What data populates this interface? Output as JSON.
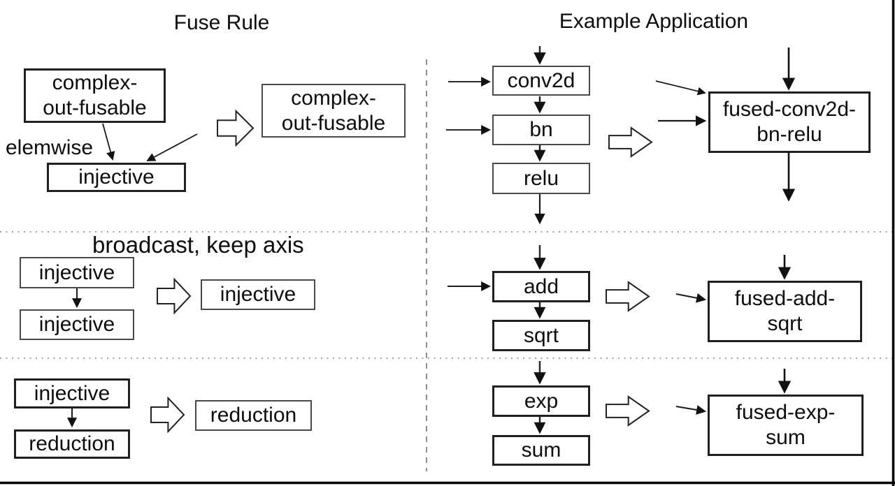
{
  "colors": {
    "background": "#ffffff",
    "line": "#1a1a1a",
    "box_border": "#3d3d3d",
    "separator": "#9a9a9a"
  },
  "titles": {
    "fuse_rule": "Fuse Rule",
    "example_application": "Example Application"
  },
  "rows": [
    {
      "rule": {
        "src": "complex-\nout-fusable",
        "edge_label": "elemwise",
        "dst": "injective",
        "result": "complex-\nout-fusable"
      },
      "example": {
        "ops": [
          "conv2d",
          "bn",
          "relu"
        ],
        "fused": "fused-conv2d-\nbn-relu"
      }
    },
    {
      "note": "broadcast, keep axis",
      "rule": {
        "src": "injective",
        "dst": "injective",
        "result": "injective"
      },
      "example": {
        "ops": [
          "add",
          "sqrt"
        ],
        "fused": "fused-add-\nsqrt"
      }
    },
    {
      "rule": {
        "src": "injective",
        "dst": "reduction",
        "result": "reduction"
      },
      "example": {
        "ops": [
          "exp",
          "sum"
        ],
        "fused": "fused-exp-\nsum"
      }
    }
  ]
}
